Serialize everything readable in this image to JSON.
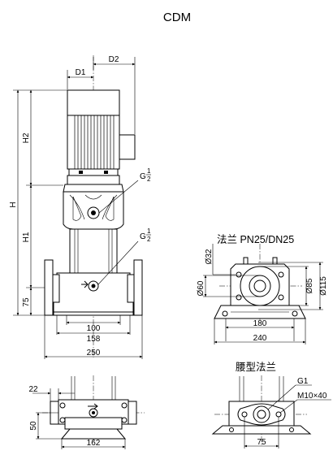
{
  "title": "CDM",
  "front_view": {
    "dims": {
      "D1": "D1",
      "D2": "D2",
      "H": "H",
      "H1": "H1",
      "H2": "H2",
      "d75": "75",
      "d100": "100",
      "d158": "158",
      "d250": "250"
    },
    "port_upper": {
      "G": "G",
      "num": "1",
      "den": "2"
    },
    "port_lower": {
      "G": "G",
      "num": "1",
      "den": "2"
    }
  },
  "flange_view": {
    "heading": "法兰 PN25/DN25",
    "dims": {
      "d32": "Ø32",
      "d60": "Ø60",
      "d85": "Ø85",
      "d115": "Ø115",
      "d180": "180",
      "d240": "240"
    }
  },
  "bottom_left": {
    "dims": {
      "d22": "22",
      "d50": "50",
      "d162": "162"
    }
  },
  "waist_view": {
    "heading": "腰型法兰",
    "labels": {
      "g1": "G1",
      "bolt": "M10×40"
    },
    "dims": {
      "d75": "75"
    }
  }
}
